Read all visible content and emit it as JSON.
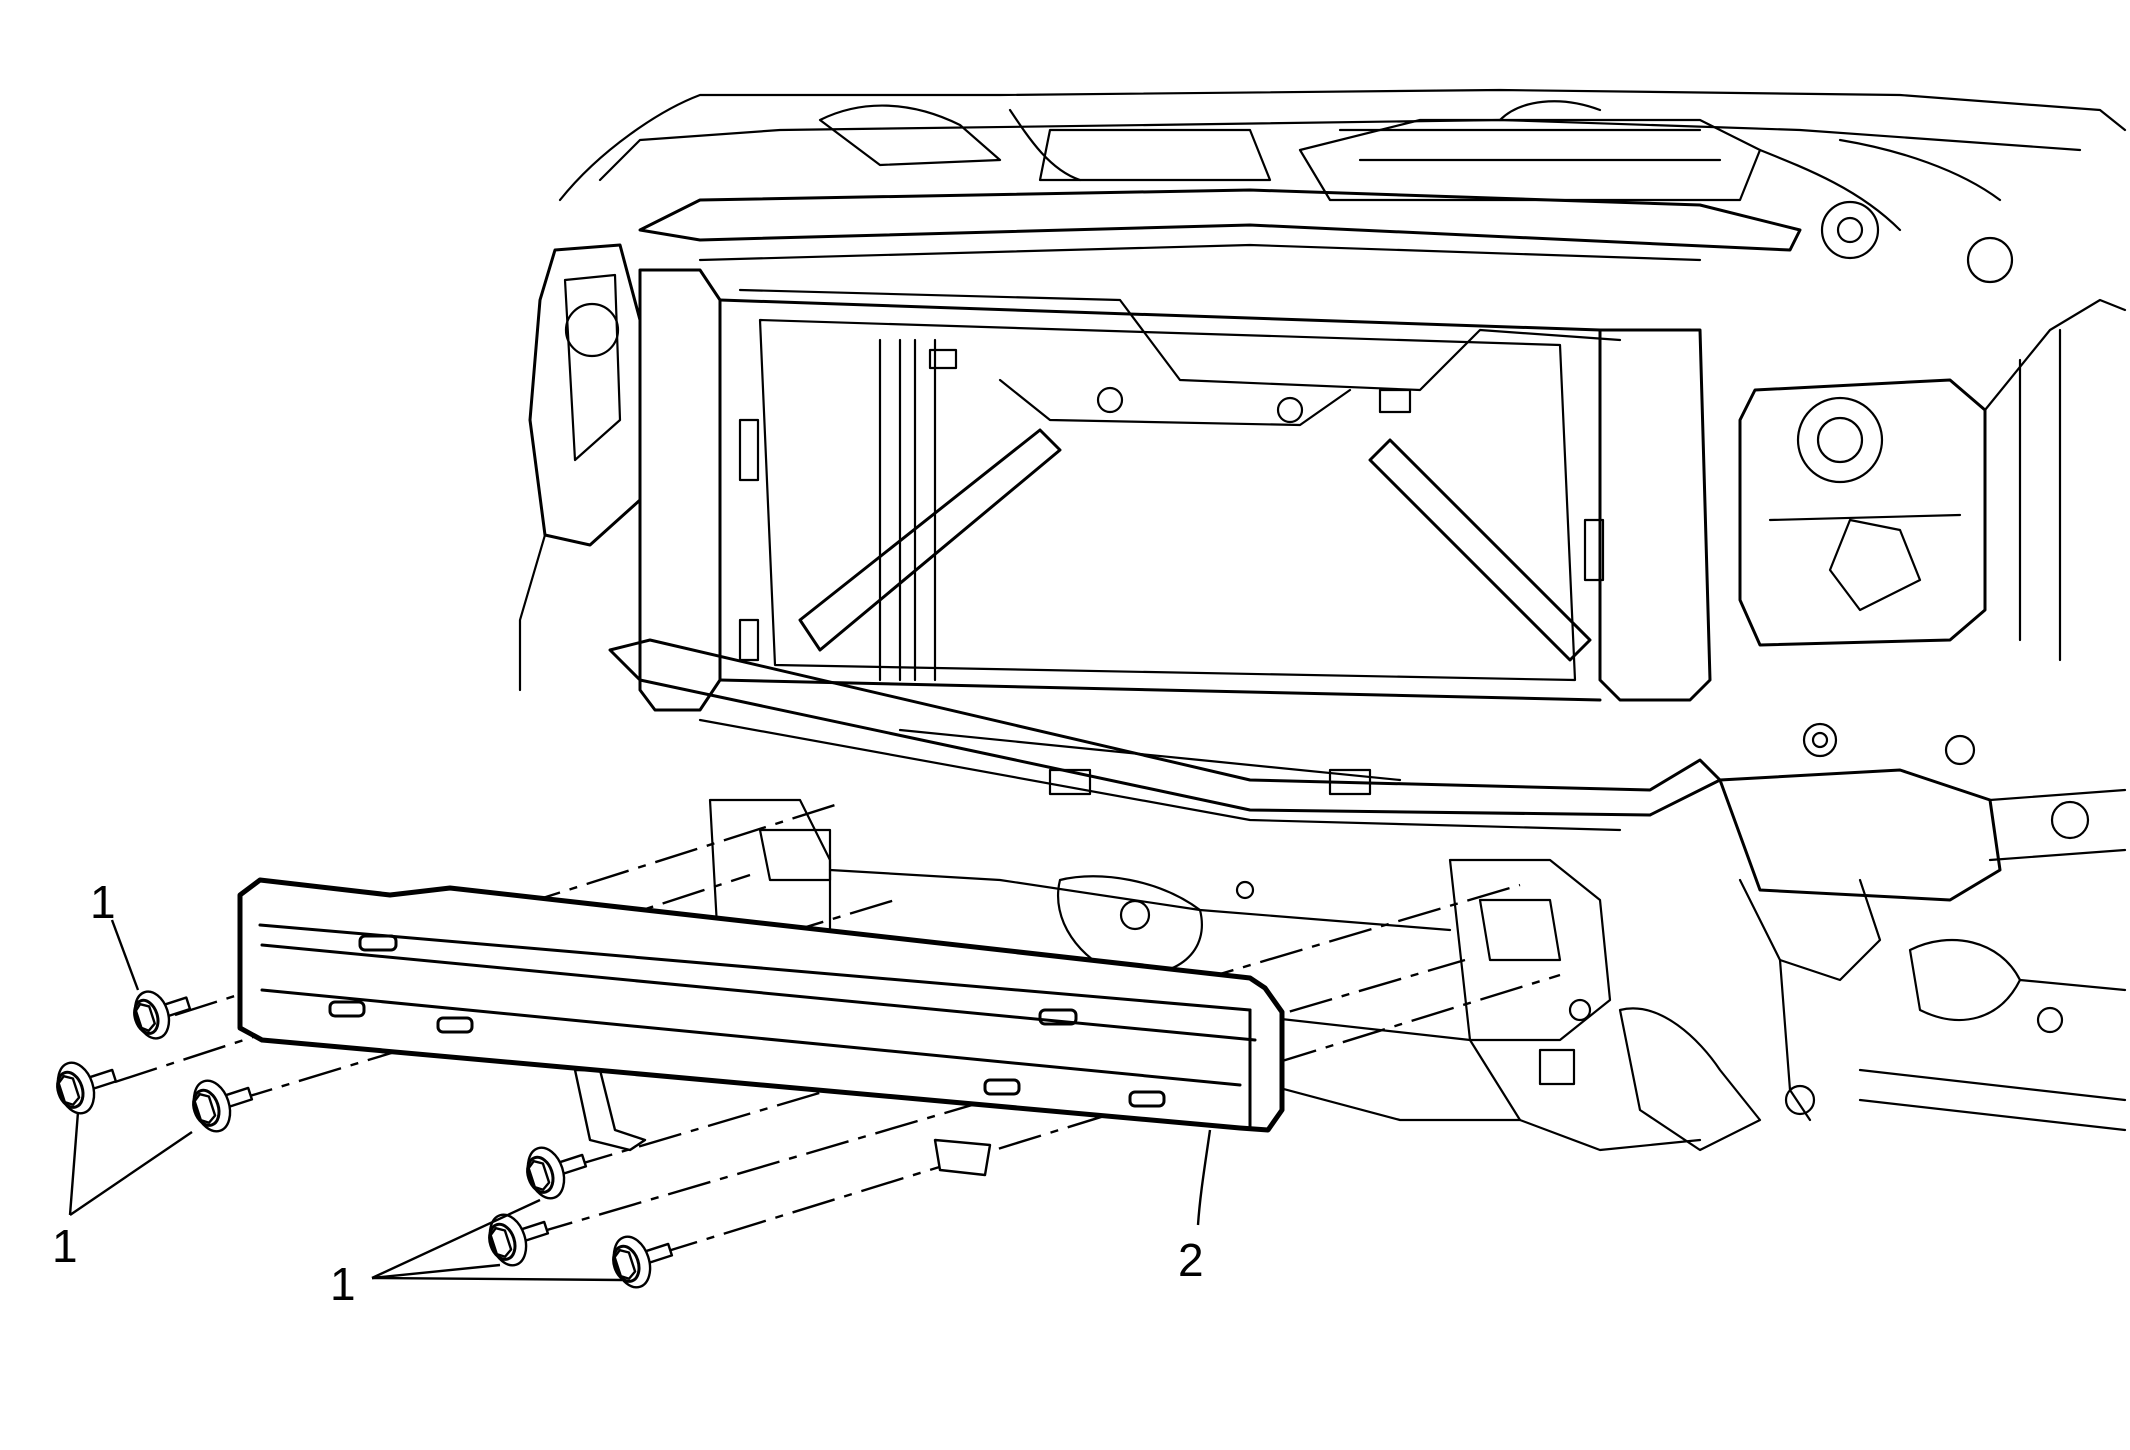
{
  "callouts": {
    "bolt_top_left": "1",
    "bolt_left_group": "1",
    "bolt_right_group": "1",
    "impact_bar": "2"
  },
  "colors": {
    "line": "#000000",
    "background": "#ffffff"
  },
  "icons": {
    "bolt": "flange-bolt-icon",
    "impact_bar": "bumper-impact-bar",
    "vehicle_front": "vehicle-front-end-structure"
  }
}
